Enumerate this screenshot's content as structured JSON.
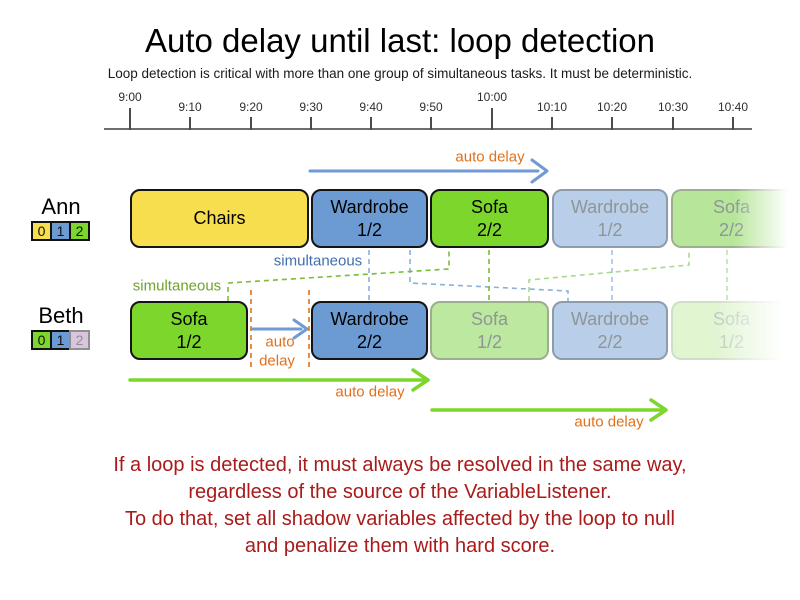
{
  "title": "Auto delay until last: loop detection",
  "subtitle": "Loop detection is critical with more than one group of simultaneous tasks. It must be deterministic.",
  "timeline": {
    "ticks": [
      {
        "label": "9:00",
        "major": true
      },
      {
        "label": "9:10",
        "major": false
      },
      {
        "label": "9:20",
        "major": false
      },
      {
        "label": "9:30",
        "major": false
      },
      {
        "label": "9:40",
        "major": false
      },
      {
        "label": "9:50",
        "major": false
      },
      {
        "label": "10:00",
        "major": true
      },
      {
        "label": "10:10",
        "major": false
      },
      {
        "label": "10:20",
        "major": false
      },
      {
        "label": "10:30",
        "major": false
      },
      {
        "label": "10:40",
        "major": false
      }
    ]
  },
  "annotations": {
    "auto_delay_top": "auto delay",
    "auto_delay_beth_line1": "auto",
    "auto_delay_beth_line2": "delay",
    "auto_delay_green_1": "auto delay",
    "auto_delay_green_2": "auto delay",
    "simultaneous_blue": "simultaneous",
    "simultaneous_green": "simultaneous"
  },
  "rows": {
    "ann": {
      "name": "Ann",
      "badges": [
        "0",
        "1",
        "2"
      ],
      "tasks": [
        {
          "label": "Chairs",
          "sub": "",
          "ghost": false
        },
        {
          "label": "Wardrobe",
          "sub": "1/2",
          "ghost": false
        },
        {
          "label": "Sofa",
          "sub": "2/2",
          "ghost": false
        },
        {
          "label": "Wardrobe",
          "sub": "1/2",
          "ghost": true
        },
        {
          "label": "Sofa",
          "sub": "2/2",
          "ghost": true
        }
      ]
    },
    "beth": {
      "name": "Beth",
      "badges": [
        "0",
        "1",
        "2"
      ],
      "tasks": [
        {
          "label": "Sofa",
          "sub": "1/2",
          "ghost": false
        },
        {
          "label": "Wardrobe",
          "sub": "2/2",
          "ghost": false
        },
        {
          "label": "Sofa",
          "sub": "1/2",
          "ghost": true
        },
        {
          "label": "Wardrobe",
          "sub": "2/2",
          "ghost": true
        },
        {
          "label": "Sofa",
          "sub": "1/2",
          "ghost": true
        }
      ]
    }
  },
  "footer": {
    "lines": [
      "If a loop is detected, it must always be resolved in the same way,",
      "regardless of the source of the VariableListener.",
      "To do that, set all shadow variables affected by the loop to null",
      "and penalize them with hard score."
    ]
  },
  "colors": {
    "task_yellow": "#f6de4f",
    "task_blue": "#6b9bd2",
    "task_green": "#7cd62c",
    "ghost_blue": "#b9cfe9",
    "ghost_green": "#b7e69a",
    "ghost_green_faint": "#def4ce",
    "badge_lavender": "#d9c6de",
    "arrow_blue": "#6f9ad3",
    "arrow_green": "#7cd62c",
    "label_orange": "#e0711c",
    "simultaneous_blue": "#3f6fae",
    "simultaneous_green": "#6fa32b",
    "footer_red": "#aa1a1a"
  }
}
